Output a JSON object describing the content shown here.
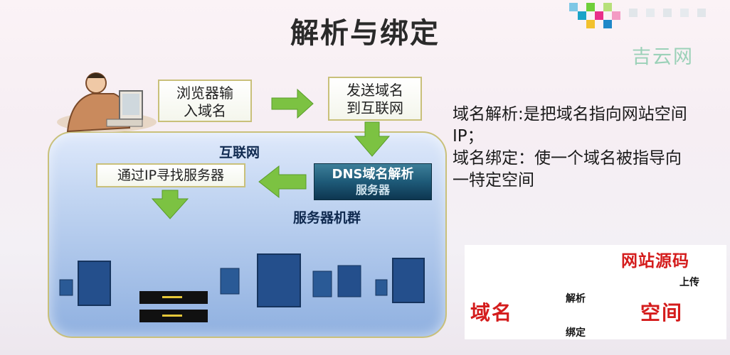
{
  "title": "解析与绑定",
  "watermark": "吉云网",
  "steps": {
    "browser_input": "浏览器输\n入域名",
    "send_domain": "发送域名\n到互联网",
    "find_server": "通过IP寻找服务器",
    "dns_line1": "DNS域名解析",
    "dns_line2": "服务器"
  },
  "labels": {
    "internet": "互联网",
    "server_cluster": "服务器机群"
  },
  "description": {
    "line1": "域名解析:是把域名指向网站空间",
    "line2": "IP；",
    "line3": "域名绑定：使一个域名被指导向",
    "line4": "一特定空间"
  },
  "binding": {
    "source_code": "网站源码",
    "upload": "上传",
    "domain": "域名",
    "space": "空间",
    "resolve": "解析",
    "bind": "绑定"
  },
  "colors": {
    "arrow_green": "#7cc242",
    "dns_box": "#1e5a78",
    "red_text": "#d41c1c",
    "server_blue": "#1f4f8a"
  }
}
